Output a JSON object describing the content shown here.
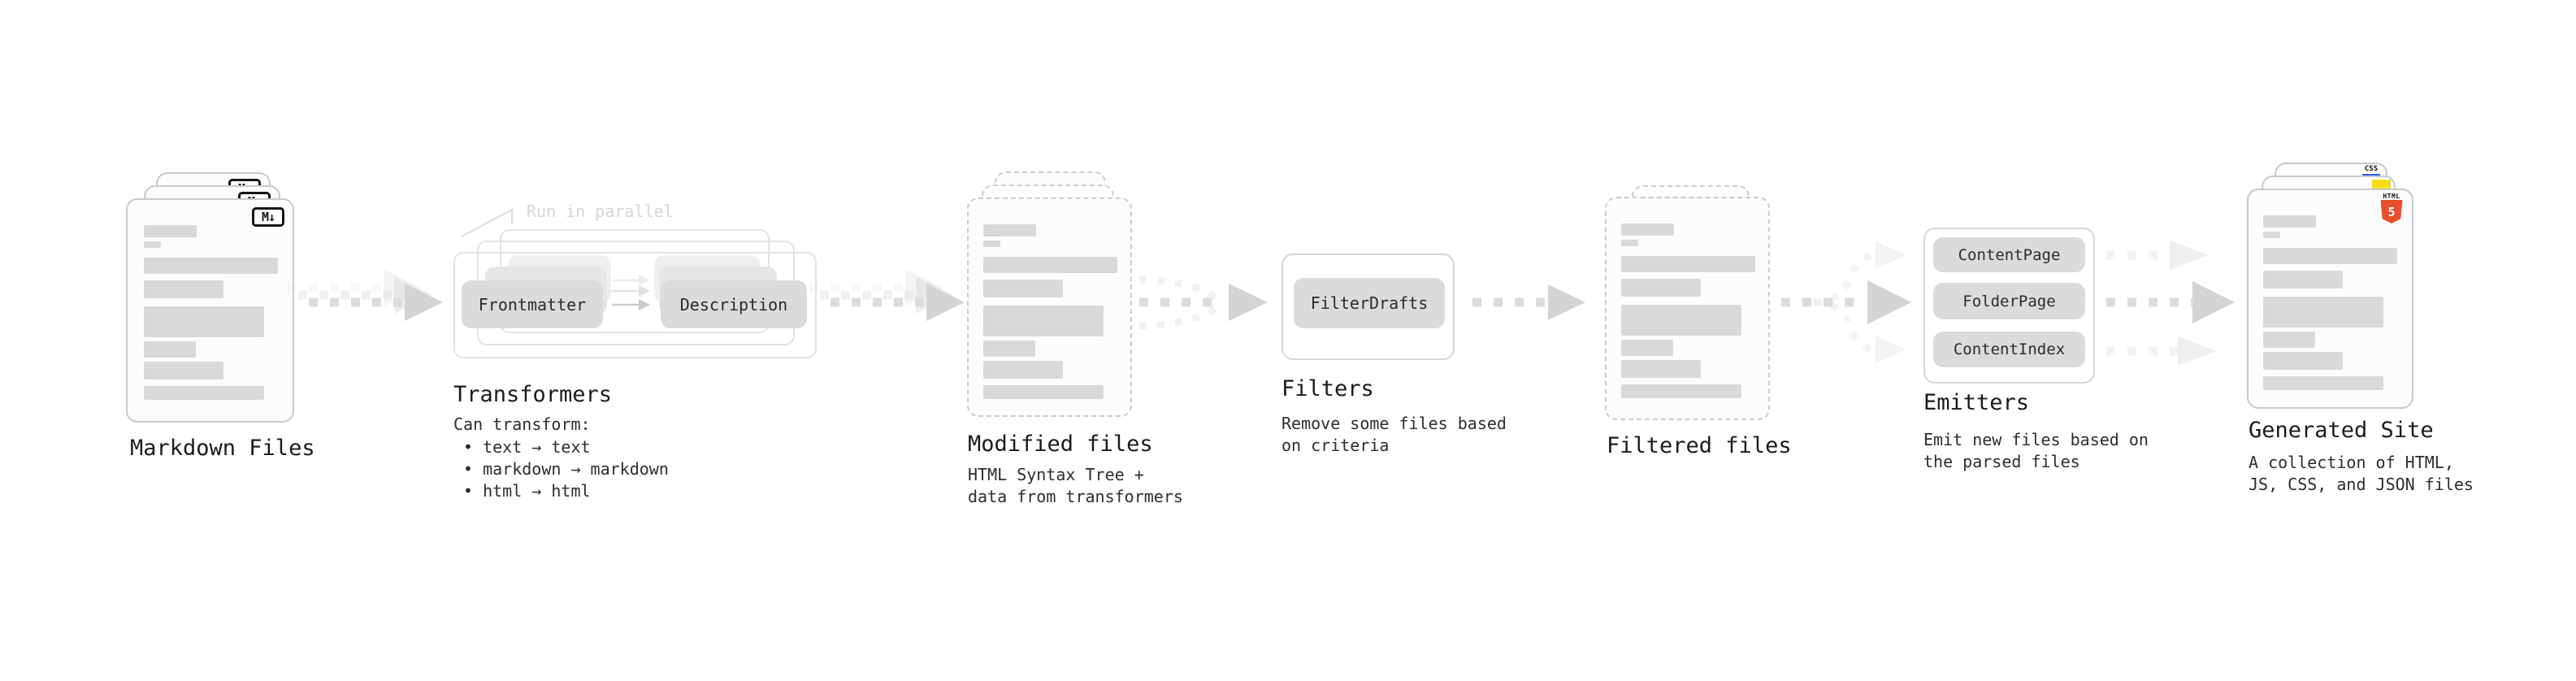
{
  "diagram": {
    "markdown_files": {
      "label": "Markdown Files",
      "badge": "M↓"
    },
    "transformers": {
      "note": "Run in parallel",
      "nodes": [
        "Frontmatter",
        "Description"
      ],
      "title": "Transformers",
      "subtitle": "Can transform:",
      "bullets": [
        "• text → text",
        "• markdown → markdown",
        "• html → html"
      ]
    },
    "modified_files": {
      "label": "Modified files",
      "description": [
        "HTML Syntax Tree +",
        "data from transformers"
      ]
    },
    "filters": {
      "title": "Filters",
      "nodes": [
        "FilterDrafts"
      ],
      "description": [
        "Remove some files based",
        "on criteria"
      ]
    },
    "filtered_files": {
      "label": "Filtered files"
    },
    "emitters": {
      "title": "Emitters",
      "nodes": [
        "ContentPage",
        "FolderPage",
        "ContentIndex"
      ],
      "description": [
        "Emit new files based on",
        "the parsed files"
      ]
    },
    "generated_site": {
      "label": "Generated Site",
      "description": [
        "A collection of HTML,",
        "JS, CSS, and JSON files"
      ],
      "badges": {
        "css": "CSS",
        "html": "HTML",
        "five": "5"
      }
    },
    "colors": {
      "html5_orange": "#e8502b",
      "js_yellow": "#f5de19",
      "css_blue": "#2760e0",
      "arrow_gray": "#dcdcdc",
      "node_gray": "#dbdbdb"
    }
  }
}
